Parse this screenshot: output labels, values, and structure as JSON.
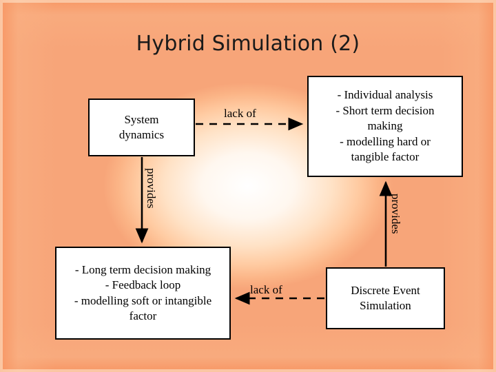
{
  "slide": {
    "title": "Hybrid Simulation (2)",
    "background_colors": {
      "center": "#ffffff",
      "mid": "#ffcba2",
      "edge": "#f79664"
    }
  },
  "diagram": {
    "type": "flow-diagram",
    "nodes": [
      {
        "id": "system-dynamics",
        "text": "System\ndynamics",
        "fill": "#ffffff",
        "border": "#000000"
      },
      {
        "id": "individual-analysis",
        "text": "- Individual analysis\n- Short term decision\nmaking\n- modelling hard or\ntangible factor",
        "fill": "#ffffff",
        "border": "#000000"
      },
      {
        "id": "long-term-decision",
        "text": "- Long term decision making\n- Feedback loop\n- modelling soft or intangible\nfactor",
        "fill": "#ffffff",
        "border": "#000000"
      },
      {
        "id": "discrete-event-simulation",
        "text": "Discrete Event\nSimulation",
        "fill": "#ffffff",
        "border": "#000000"
      }
    ],
    "edges": [
      {
        "id": "sd-to-individual",
        "label": "lack of",
        "style": "dashed",
        "direction": "right"
      },
      {
        "id": "sd-to-longterm",
        "label": "provides",
        "style": "solid",
        "direction": "down"
      },
      {
        "id": "des-to-longterm",
        "label": "lack of",
        "style": "dashed",
        "direction": "left"
      },
      {
        "id": "des-to-individual",
        "label": "provides",
        "style": "solid",
        "direction": "up"
      }
    ]
  }
}
